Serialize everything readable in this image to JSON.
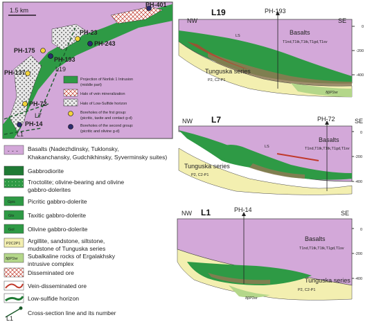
{
  "map": {
    "scale": "1.5 km",
    "boreholes": [
      "PH-401",
      "PH-23",
      "PH-175",
      "PH-243",
      "PH-193",
      "PH-137",
      "PH-72",
      "PH-14"
    ],
    "lines": [
      "L19",
      "L7",
      "L1"
    ],
    "legend": [
      {
        "key": "projection",
        "text1": "Projection of Norilsk 1 Intrusion",
        "text2": "(middle part)"
      },
      {
        "key": "vein",
        "text1": "Halo of vein mineralization",
        "text2": ""
      },
      {
        "key": "lowsulf",
        "text1": "Halo of Low-Sulfide horizon",
        "text2": ""
      },
      {
        "key": "first",
        "text1": "Boreholes of the frst group:",
        "text2": "(picritic, taxite and contact g-d)"
      },
      {
        "key": "second",
        "text1": "Boreholes of the second group:",
        "text2": "(picritic and olivine g-d)"
      }
    ]
  },
  "sections": [
    {
      "id": "L19",
      "nw": "NW",
      "se": "SE",
      "well": "PH-193",
      "depths": [
        "0",
        "-200",
        "-400"
      ],
      "labels": {
        "basalts": "Basalts",
        "basalt_units": "T1nd,T1tk,T1tk,T1gd,T1sv",
        "ls": "LS",
        "tunguska": "Tunguska series",
        "tung_units": "P2, C2-P1",
        "subalk": "δβP2er"
      }
    },
    {
      "id": "L7",
      "nw": "NW",
      "se": "SE",
      "well": "PH-72",
      "depths": [
        "0",
        "-200",
        "-400"
      ],
      "labels": {
        "basalts": "Basalts",
        "basalt_units": "T1nd,T1tk,T1tk,T1gd,T1sv",
        "ls": "LS",
        "tunguska": "Tunguska series",
        "tung_units": "P2, C2-P1",
        "subalk": ""
      }
    },
    {
      "id": "L1",
      "nw": "NW",
      "se": "SE",
      "well": "PH-14",
      "depths": [
        "0",
        "-200",
        "-400"
      ],
      "labels": {
        "basalts": "Basalts",
        "basalt_units": "T1nd,T1tk,T1tk,T1gd,T1sv",
        "ls": "",
        "tunguska": "Tunguska series",
        "tung_units": "P2, C2-P1",
        "subalk": "δβP2er"
      }
    }
  ],
  "legend": [
    {
      "key": "basalts",
      "code": "",
      "lines": [
        "Basalts (Nadezhdinsky, Tuklonsky,",
        "Khakanchansky, Gudchikhinsky, Syverminsky suites)"
      ]
    },
    {
      "key": "gabbrodiorite",
      "code": "",
      "lines": [
        "Gabbrodiorite"
      ]
    },
    {
      "key": "troctolite",
      "code": "",
      "lines": [
        "Troctolite; olivine-bearing and olivine",
        "gabbro-dolerites"
      ]
    },
    {
      "key": "picritic",
      "code": "Gpic",
      "lines": [
        "Picritic gabbro-dolerite"
      ]
    },
    {
      "key": "taxitic",
      "code": "Gtx",
      "lines": [
        "Taxitic gabbro-dolerite"
      ]
    },
    {
      "key": "olivine",
      "code": "Gol",
      "lines": [
        "Olivine gabbro-dolerite"
      ]
    },
    {
      "key": "argillite",
      "code": "P2C2P1",
      "lines": [
        "Argillite, sandstone, siltstone,",
        "mudstone of  Tunguska series"
      ]
    },
    {
      "key": "subalk",
      "code": "δβP2er",
      "lines": [
        "Subalkaline rocks of Ergalakhsky",
        "intrusive complex"
      ]
    },
    {
      "key": "dissem",
      "code": "",
      "lines": [
        "Disseminated ore"
      ]
    },
    {
      "key": "veindissem",
      "code": "",
      "lines": [
        "Vein-disseminated ore"
      ]
    },
    {
      "key": "lowsulfide",
      "code": "",
      "lines": [
        "Low-sulfide horizon"
      ]
    },
    {
      "key": "crossline",
      "code": "L1",
      "lines": [
        "Cross-section line and its number"
      ]
    }
  ],
  "colors": {
    "basalt": "#d3a8d9",
    "green": "#2e9a45",
    "darkgreen": "#1f7a34",
    "olive": "#a9c05a",
    "tan": "#f3efb0",
    "brown": "#8d7a52",
    "lightgreen": "#b4d78a"
  }
}
